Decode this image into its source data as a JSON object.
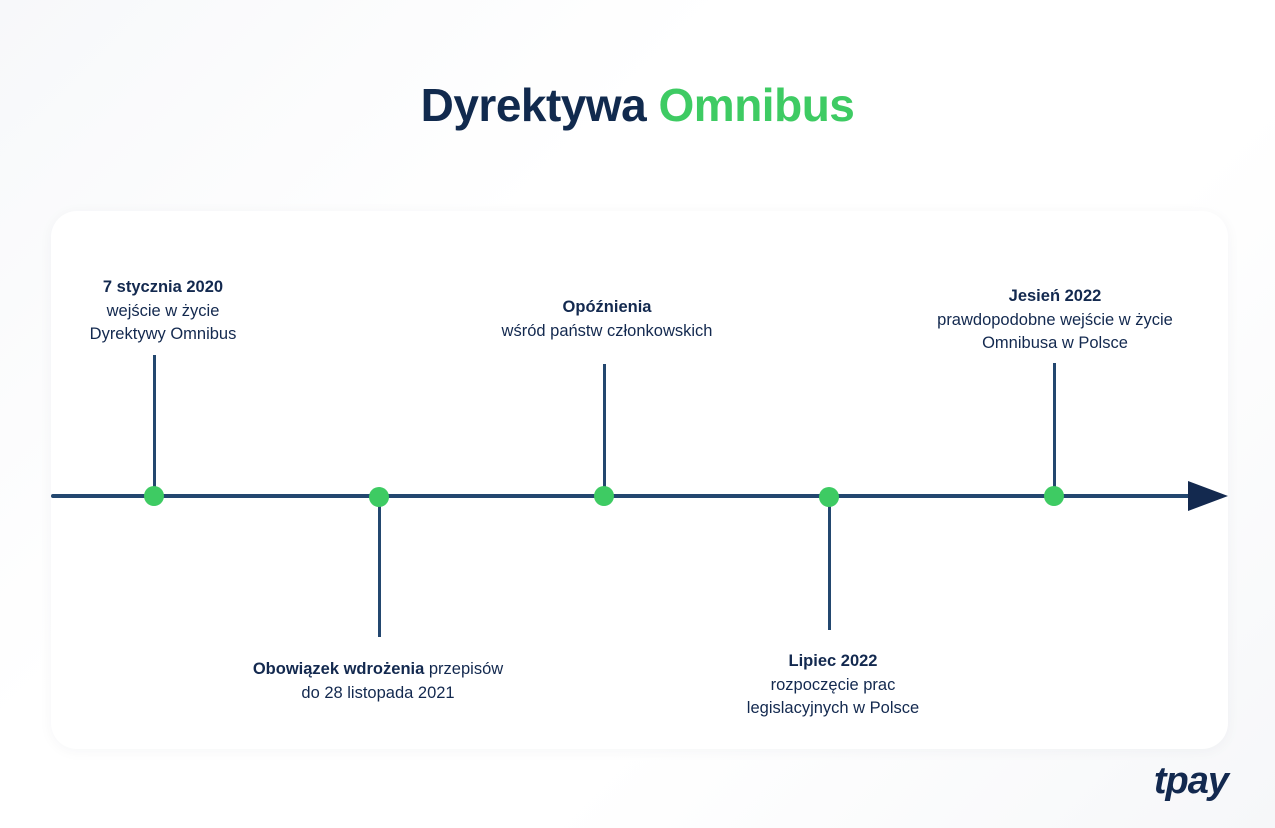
{
  "title": {
    "part1": "Dyrektywa",
    "part2": "Omnibus"
  },
  "colors": {
    "navy": "#13294f",
    "green": "#3ecb63",
    "axis": "#23476f",
    "card": "#ffffff"
  },
  "timeline": {
    "axis": {
      "arrow_direction": "right",
      "marker_count": 5
    },
    "events": [
      {
        "position": "above",
        "line1": "7 stycznia 2020",
        "line2": "wejście w życie",
        "line3": "Dyrektywy Omnibus"
      },
      {
        "position": "below",
        "line1_bold": "Obowiązek wdrożenia",
        "line1_rest": " przepisów",
        "line2": "do 28 listopada 2021"
      },
      {
        "position": "above",
        "line1": "Opóźnienia",
        "line2": "wśród państw członkowskich"
      },
      {
        "position": "below",
        "line1": "Lipiec 2022",
        "line2": "rozpoczęcie prac",
        "line3": "legislacyjnych w Polsce"
      },
      {
        "position": "above",
        "line1": "Jesień 2022",
        "line2": "prawdopodobne wejście w życie",
        "line3": "Omnibusa w Polsce"
      }
    ]
  },
  "logo": {
    "text": "tpay"
  }
}
